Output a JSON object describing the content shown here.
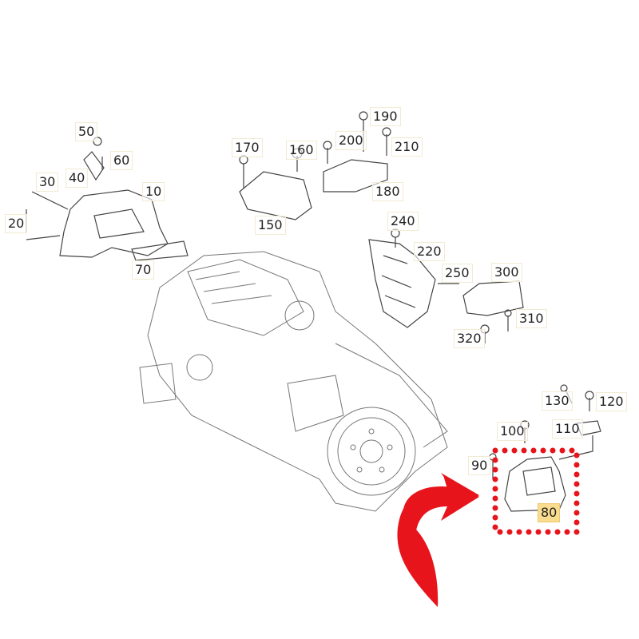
{
  "labels": {
    "p10": "10",
    "p20": "20",
    "p30": "30",
    "p40": "40",
    "p50": "50",
    "p60": "60",
    "p70": "70",
    "p80": "80",
    "p90": "90",
    "p100": "100",
    "p110": "110",
    "p120": "120",
    "p130": "130",
    "p150": "150",
    "p160": "160",
    "p170": "170",
    "p180": "180",
    "p190": "190",
    "p200": "200",
    "p210": "210",
    "p220": "220",
    "p240": "240",
    "p250": "250",
    "p300": "300",
    "p310": "310",
    "p320": "320"
  },
  "highlight": {
    "part": "80",
    "box_color": "#e8141c",
    "arrow_color": "#e8141c",
    "label_fill": "#f9dc8e"
  }
}
